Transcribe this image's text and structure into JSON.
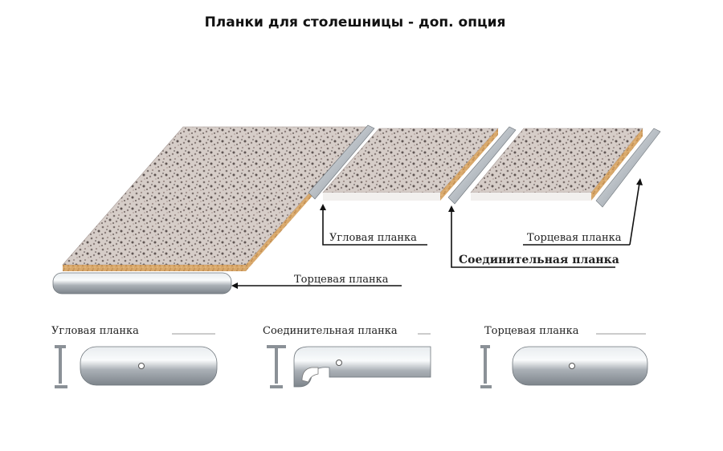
{
  "title": "Планки для столешницы - доп. опция",
  "labels": {
    "top_corner": "Угловая планка",
    "top_end_right": "Торцевая планка",
    "top_connecting": "Соединительная планка",
    "top_end_left": "Торцевая планка"
  },
  "profiles": [
    {
      "label": "Угловая планка"
    },
    {
      "label": "Соединительная планка"
    },
    {
      "label": "Торцевая планка"
    }
  ],
  "colors": {
    "granite": "#c4bab4",
    "chipboard": "#d8a86a",
    "metal": "#b9bec4"
  }
}
